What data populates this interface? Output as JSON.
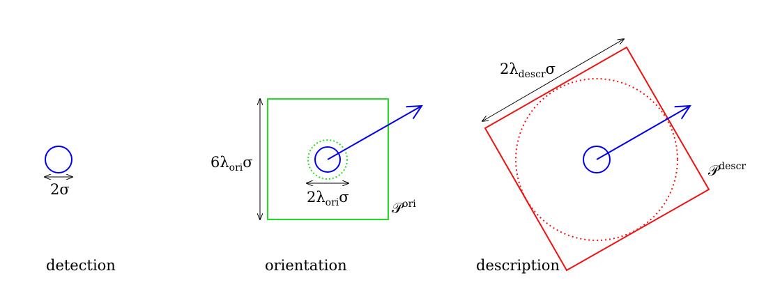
{
  "panels": {
    "detection": {
      "caption": "detection",
      "scale_label": "2σ"
    },
    "orientation": {
      "caption": "orientation",
      "height_label": {
        "prefix": "6λ",
        "sub": "ori",
        "suffix": "σ"
      },
      "width_label": {
        "prefix": "2λ",
        "sub": "ori",
        "suffix": "σ"
      },
      "patch_label": {
        "base": "𝒫",
        "sup": "ori"
      }
    },
    "description": {
      "caption": "description",
      "side_label": {
        "prefix": "2λ",
        "sub": "descr",
        "suffix": "σ"
      },
      "patch_label": {
        "base": "𝒫",
        "sup": "descr"
      }
    }
  },
  "colors": {
    "keypoint": "#0000ee",
    "orientation_patch": "#22dd22",
    "description_patch": "#ee1111"
  }
}
